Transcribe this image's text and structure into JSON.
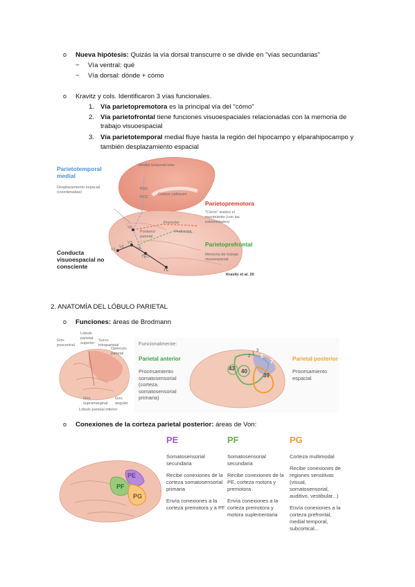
{
  "sec1": {
    "bullet": "o",
    "line1_bold": "Nueva hipótesis:",
    "line1_rest": " Quizás la vía dorsal transcurre o se divide en \"vías secundarias\"",
    "sub": [
      {
        "dash": "−",
        "text": "Vía ventral: qué"
      },
      {
        "dash": "−",
        "text": "Vía dorsal: dónde + cómo"
      }
    ],
    "kravitz": "Kravitz y cols. Identificaron 3 vías funcionales.",
    "items": [
      {
        "num": "1.",
        "bold": "Vía parietopremotora",
        "rest": " es la principal vía del \"cómo\"",
        "rest2": ""
      },
      {
        "num": "2.",
        "bold": "Vía parietofrontal",
        "rest": " tiene funciones visuoespaciales relacionadas con la memoria de",
        "rest2": "trabajo visuoespacial"
      },
      {
        "num": "3.",
        "bold": "Vía parietotemporal",
        "rest": " medial fluye hasta la región del hipocampo y elparahipocampo y",
        "rest2": "también desplazamiento espacial"
      }
    ]
  },
  "fig1": {
    "pt_title": "Parietotemporal medial",
    "pt_desc": "Desplazamiento espacial (coordenadas)",
    "pp_title": "Parietopremotora",
    "pp_desc": "\"Cómo\" realizo el movimiento (con las extremidades)",
    "pf_title": "Parietoprefrontal",
    "pf_desc": "Memoria de trabajo visuoespacial",
    "conduct": "Conducta visuoespacial no consciente",
    "credit": "Kravitz et al. 20",
    "brain_labels": [
      "Medial temporal lobe",
      "RSC",
      "PCC",
      "Corpus callosum",
      "Premotor",
      "Posterior parietal",
      "Prefrontal",
      "V6",
      "V3",
      "V2",
      "V1",
      "TEO",
      "TE",
      "V4"
    ]
  },
  "sec2": {
    "heading": "2. ANATOMÍA DEL LÓBULO PARIETAL",
    "func_bullet": "o",
    "func_bold": "Funciones:",
    "func_rest": " áreas de Brodmann"
  },
  "fig2": {
    "left_labels": [
      "Giro poscentral",
      "Lóbulo parietal superior",
      "Surco intraparietal",
      "Opérculo parietal",
      "Giro supramarginal",
      "Giro angular",
      "Lóbulo parietal inferior"
    ],
    "func_header": "Funcionalmente:",
    "anterior_title": "Parietal anterior",
    "anterior_desc": "Procesamiento somatosensorial (corteza somatosensorial primaria)",
    "posterior_title": "Parietal posterior",
    "posterior_desc": "Procesamiento espacial",
    "areas": [
      "3",
      "1",
      "2",
      "5",
      "7",
      "43",
      "40",
      "39"
    ]
  },
  "sec3": {
    "bullet": "o",
    "bold": "Conexiones de la corteza parietal posterior:",
    "rest": " áreas de Von:"
  },
  "fig3": {
    "brain_labels": [
      "PE",
      "PF",
      "PG"
    ],
    "cols": [
      {
        "title": "PE",
        "color": "#9b59d0",
        "texts": [
          "Somatosensorial secundaria",
          "Recibe conexiones de la corteza somatosensorial primaria",
          "Envía conexiones a la corteza premotora y a PF"
        ]
      },
      {
        "title": "PF",
        "color": "#67b04a",
        "texts": [
          "Somatosensorial secundaria",
          "Recibe conexiones de la PE, corteza motora y premotora",
          "Envía conexiones a la corteza premotora y motora suplementaria"
        ]
      },
      {
        "title": "PG",
        "color": "#f09a28",
        "texts": [
          "Corteza multimodal",
          "Recibe conexiones de regiones sensitivas (visual, somatosensorial, auditivo, vestibular...)",
          "Envía conexiones a la corteza prefrontal, medial temporal, subcortical..."
        ]
      }
    ]
  }
}
